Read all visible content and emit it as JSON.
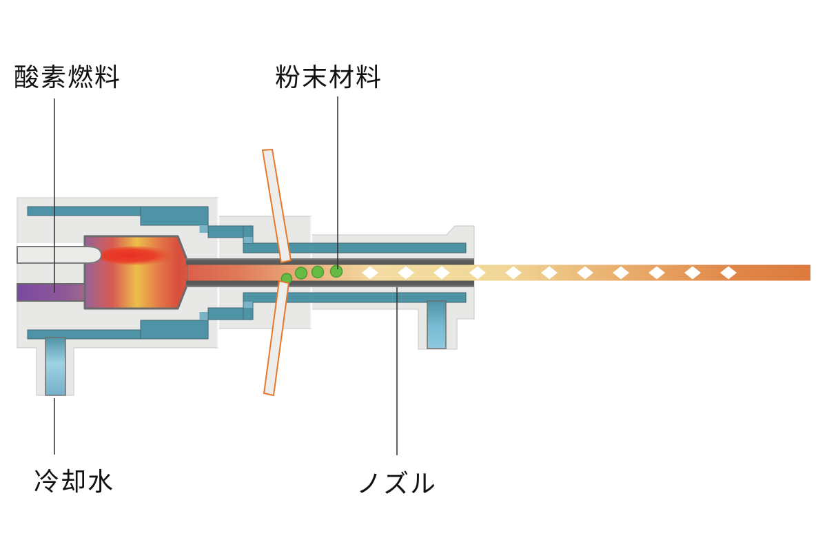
{
  "labels": {
    "oxygen_fuel": "酸素燃料",
    "powder_material": "粉末材料",
    "cooling_water": "冷却水",
    "nozzle": "ノズル"
  },
  "colors": {
    "body": "#e8e8e6",
    "channel": "#4e93a6",
    "channel_highlight": "#79b4c6",
    "pipe_light": "#9fd2e4",
    "fuel_channel": "#7a4aa1",
    "flame": "#e92f25",
    "particle": "#66bb45",
    "particle_outline": "#4f9a33",
    "tube_outline": "#e8772c",
    "stream_hot": "#db5f4b",
    "stream_mid": "#f2dca2",
    "stream_exit": "#dd7a3e",
    "wall": "#5d5d5d"
  }
}
